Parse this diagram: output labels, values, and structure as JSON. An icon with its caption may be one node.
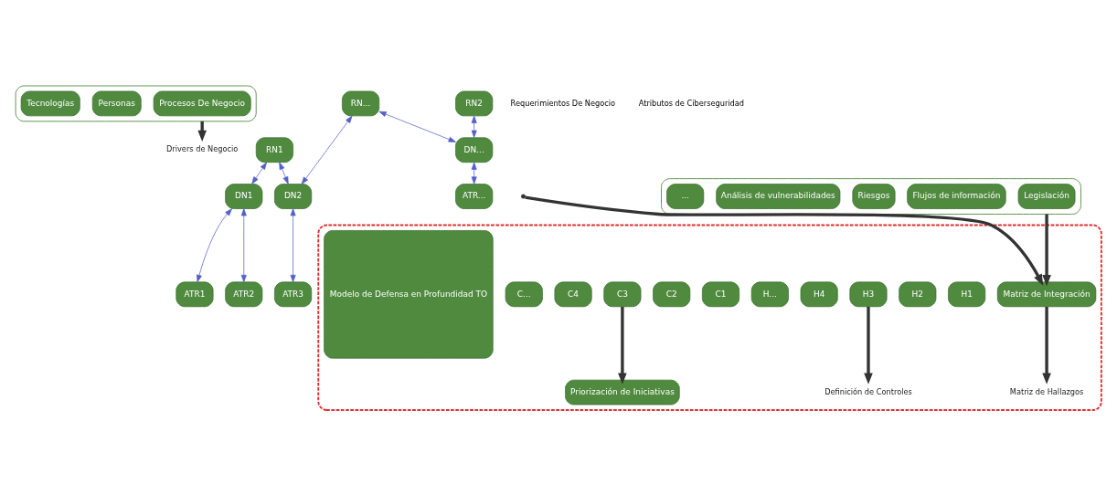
{
  "diagram": {
    "nodes": [
      {
        "text": [],
        "shape": "box"
      },
      {
        "text": [
          "Procesos De Negocio"
        ],
        "in": 0
      },
      {
        "text": [
          "Personas"
        ],
        "in": 0
      },
      {
        "text": [
          "Tecnologías"
        ],
        "in": 0
      },
      {
        "text": [
          "Drivers de Negocio"
        ]
      },
      {
        "text": [
          "RN1"
        ]
      },
      {
        "text": [
          "RN2"
        ]
      },
      {
        "text": [
          "RN..."
        ]
      },
      {
        "text": [
          "DN1"
        ]
      },
      {
        "text": [
          "DN2"
        ]
      },
      {
        "text": [
          "DN..."
        ]
      },
      {
        "text": [
          "ATR1"
        ]
      },
      {
        "text": [
          "ATR2"
        ]
      },
      {
        "text": [
          "ATR3"
        ]
      },
      {
        "text": [
          "ATR..."
        ]
      },
      {
        "text": [],
        "shape": "box"
      },
      {
        "text": [
          "Legislación"
        ],
        "in": 15
      },
      {
        "text": [
          "Flujos de información"
        ],
        "in": 15
      },
      {
        "text": [
          "Riesgos"
        ],
        "in": 15
      },
      {
        "text": [
          "Análisis de vulnerabilidades"
        ],
        "in": 15
      },
      {
        "text": [
          "..."
        ],
        "in": 15
      },
      {
        "text": [],
        "shape": "box"
      },
      {
        "text": [
          "Matriz de Integración"
        ],
        "in": 21
      },
      {
        "text": [
          "Matriz de Hallazgos"
        ],
        "in": 21
      },
      {
        "text": [
          "H1"
        ],
        "in": 21
      },
      {
        "text": [
          "H2"
        ],
        "in": 21
      },
      {
        "text": [
          "H3"
        ],
        "in": 21
      },
      {
        "text": [
          "H4"
        ],
        "in": 21
      },
      {
        "text": [
          "H..."
        ],
        "in": 21
      },
      {
        "text": [
          "Definición de Controles"
        ],
        "in": 21
      },
      {
        "text": [
          "C1"
        ],
        "in": 21
      },
      {
        "text": [
          "C2"
        ],
        "in": 21
      },
      {
        "text": [
          "C3"
        ],
        "in": 21
      },
      {
        "text": [
          "C4"
        ],
        "in": 21
      },
      {
        "text": [
          "C..."
        ],
        "in": 21
      },
      {
        "text": [
          "Priorización de Iniciativas"
        ],
        "in": 21
      },
      {
        "text": [
          "Modelo de Defensa en Profundidad TO"
        ],
        "in": 21
      }
    ],
    "edges": [
      {
        "from": 0,
        "to": 4,
        "arrow": "to",
        "style": "thick",
        "color": "#333333"
      },
      {
        "from": 5,
        "to": 8,
        "arrow": "both"
      },
      {
        "from": 5,
        "to": 9,
        "arrow": "both"
      },
      {
        "from": 6,
        "to": 10,
        "arrow": "both"
      },
      {
        "from": 7,
        "to": 9,
        "arrow": "both"
      },
      {
        "from": 7,
        "to": 10,
        "arrow": "both"
      },
      {
        "from": 8,
        "to": 11,
        "arrow": "both"
      },
      {
        "from": 8,
        "to": 12,
        "arrow": "both"
      },
      {
        "from": 9,
        "to": 13,
        "arrow": "both"
      },
      {
        "from": 10,
        "to": 14,
        "arrow": "both"
      },
      {
        "from": null,
        "to": 22,
        "arrow": "to",
        "style": "thick",
        "color": "#333333"
      },
      {
        "from": 15,
        "to": 22,
        "arrow": "to",
        "style": "thick",
        "color": "#333333"
      },
      {
        "from": 22,
        "to": 23,
        "arrow": "to",
        "style": "thick",
        "color": "#333333"
      },
      {
        "from": 26,
        "to": 29,
        "arrow": "to",
        "style": "thick",
        "color": "#333333"
      },
      {
        "from": 32,
        "to": 35,
        "arrow": "to",
        "style": "thick",
        "color": "#333333"
      }
    ],
    "labels": [
      "Requerimientos De Negocio",
      "Atributos de Ciberseguridad"
    ]
  }
}
